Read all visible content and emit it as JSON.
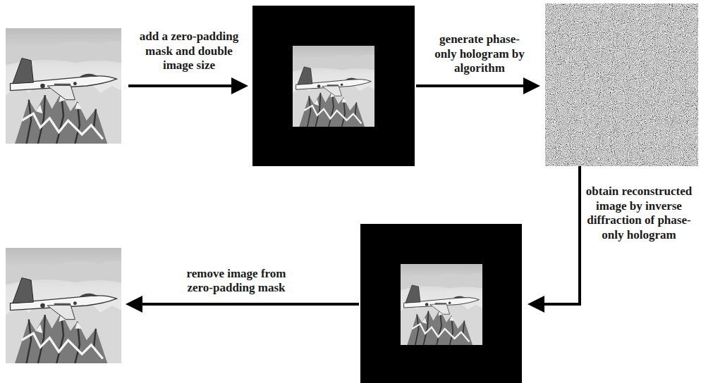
{
  "diagram": {
    "labels": [
      "add a zero-padding mask and double image size",
      "generate phase-only hologram by algorithm",
      "obtain reconstructed image by inverse diffraction of phase-only hologram",
      "remove image from zero-padding mask"
    ]
  }
}
